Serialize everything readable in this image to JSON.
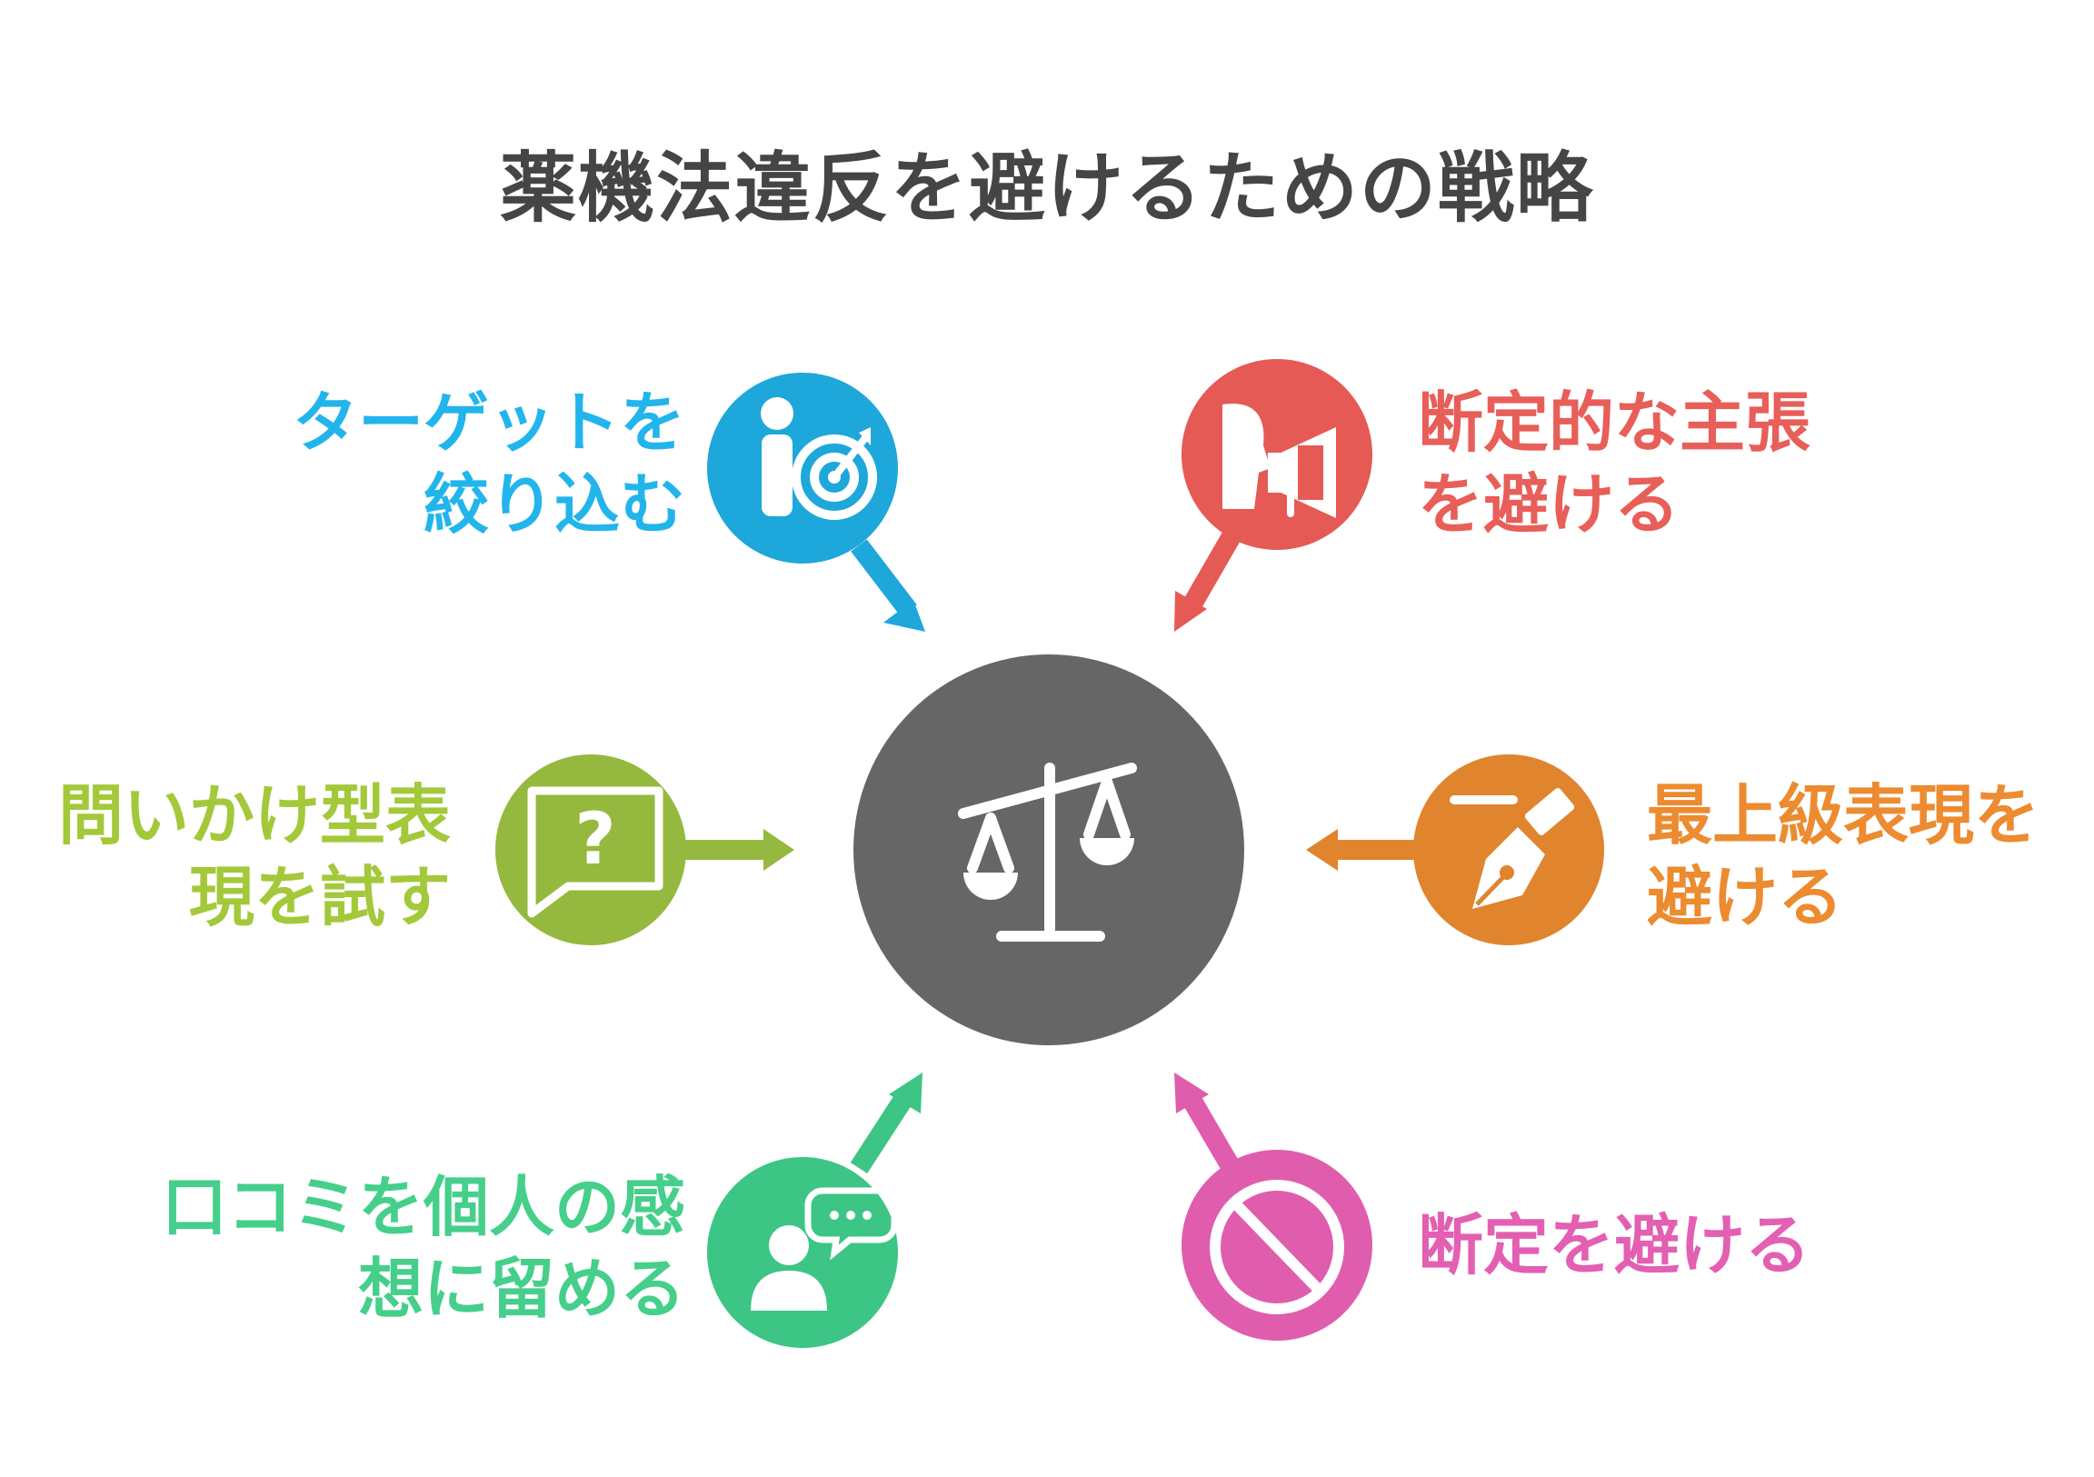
{
  "title": "薬機法違反を避けるための戦略",
  "center": {
    "icon": "balance-scale-icon",
    "color": "#666666"
  },
  "strategies": [
    {
      "id": "target",
      "line1": "ターゲットを",
      "line2": "絞り込む",
      "color": "#1EA7DB",
      "text_color": "#22B5EC",
      "icon": "target-person-icon"
    },
    {
      "id": "claims",
      "line1": "断定的な主張",
      "line2": "を避ける",
      "color": "#E55A55",
      "text_color": "#E85E59",
      "icon": "megaphone-icon"
    },
    {
      "id": "question",
      "line1": "問いかけ型表",
      "line2": "現を試す",
      "color": "#94B93E",
      "text_color": "#A3C93A",
      "icon": "question-bubble-icon"
    },
    {
      "id": "superlative",
      "line1": "最上級表現を",
      "line2": "避ける",
      "color": "#E0842E",
      "text_color": "#EC8B30",
      "icon": "pen-nib-icon"
    },
    {
      "id": "reviews",
      "line1": "口コミを個人の感",
      "line2": "想に留める",
      "color": "#3DC585",
      "text_color": "#45CF8B",
      "icon": "chat-person-icon"
    },
    {
      "id": "assertion",
      "line1": "断定を避ける",
      "line2": "",
      "color": "#E05DAE",
      "text_color": "#E35FB2",
      "icon": "prohibited-icon"
    }
  ]
}
